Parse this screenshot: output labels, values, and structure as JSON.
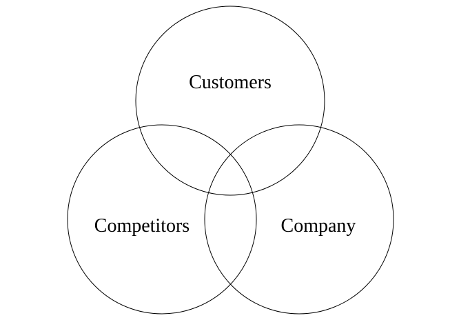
{
  "diagram": {
    "type": "venn",
    "sets": [
      {
        "label": "Customers"
      },
      {
        "label": "Competitors"
      },
      {
        "label": "Company"
      }
    ],
    "colors": {
      "background": "#ffffff",
      "stroke": "#000000",
      "text": "#000000"
    }
  }
}
